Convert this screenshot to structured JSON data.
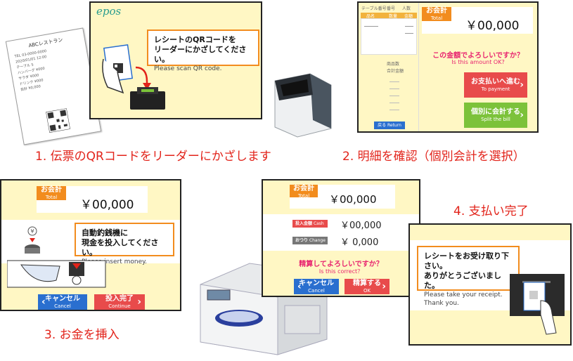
{
  "steps": {
    "s1": "1. 伝票のQRコードをリーダーにかざします",
    "s2": "2. 明細を確認（個別会計を選択）",
    "s3": "3. お金を挿入",
    "s4": "4. 支払い完了"
  },
  "screen1": {
    "logo": "epos",
    "title_line1": "レシートのQRコードを",
    "title_line2": "リーダーにかざしてください。",
    "subtitle": "Please scan QR code."
  },
  "receipt": {
    "header": "ABCレストラン",
    "lines": [
      "TEL 03-0000-0000",
      "2020/01/01 12:00",
      "テーブル 5",
      "ハンバーグ ¥000",
      "サラダ ¥000",
      "ドリンク ¥000",
      "合計 ¥0,000"
    ]
  },
  "screen2": {
    "table_headers": [
      "テーブル番号",
      "番号",
      "人数"
    ],
    "list_headers": [
      "品名",
      "数量",
      "金額"
    ],
    "summary_labels": [
      "商品数",
      "合計金額"
    ],
    "return_button": "戻る Return",
    "total_jp": "お会計",
    "total_en": "Total",
    "amount": "￥00,000",
    "question_jp": "この金額でよろしいですか？",
    "question_en": "Is this amount OK?",
    "btn_pay_jp": "お支払いへ進む",
    "btn_pay_en": "To payment",
    "btn_split_jp": "個別に会計する",
    "btn_split_en": "Split the bill"
  },
  "screen3": {
    "total_jp": "お会計",
    "total_en": "Total",
    "amount": "￥00,000",
    "msg_line1": "自動釣銭機に",
    "msg_line2": "現金を投入してください。",
    "msg_en": "Please insert money.",
    "btn_cancel_jp": "キャンセル",
    "btn_cancel_en": "Cancel",
    "btn_continue_jp": "投入完了",
    "btn_continue_en": "Continue"
  },
  "screen4": {
    "total_jp": "お会計",
    "total_en": "Total",
    "amount": "￥00,000",
    "cash_label_jp": "投入金額",
    "cash_label_en": "Cash",
    "cash_amount": "￥00,000",
    "change_label_jp": "おつり",
    "change_label_en": "Change",
    "change_amount": "￥ 0,000",
    "question_jp": "精算してよろしいですか？",
    "question_en": "Is this correct？",
    "btn_cancel_jp": "キャンセル",
    "btn_cancel_en": "Cancel",
    "btn_ok_jp": "精算する",
    "btn_ok_en": "OK"
  },
  "screen5": {
    "msg_line1": "レシートをお受け取り下さい。",
    "msg_line2": "ありがとうございました。",
    "msg_en1": "Please take your receipt.",
    "msg_en2": "Thank you."
  },
  "colors": {
    "accent_orange": "#f28c1e",
    "button_red": "#e84b4b",
    "button_green": "#7cc23a",
    "button_blue": "#2a6fcf",
    "question_pink": "#e8236f",
    "step_red": "#e2231a",
    "screen_bg": "#fff7c4"
  }
}
